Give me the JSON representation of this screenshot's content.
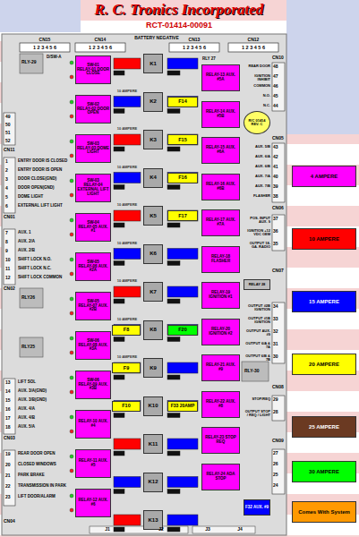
{
  "diagram": {
    "title": "R. C. Tronics Incorporated",
    "nodes": [
      {
        "text": [
          "SW-01",
          "RELAY-01 DOOR CLOSE"
        ]
      },
      {
        "text": [
          "SW-02",
          "RELAY-02 DOOR OPEN"
        ]
      },
      {
        "text": [
          "SW-03",
          "RELAY-03 DOME LIGHT"
        ]
      },
      {
        "text": [
          "SW-03",
          "RELAY-04 EXTERNAL LIFT LIGHT"
        ]
      },
      {
        "text": [
          "SW-04",
          "RELAY-05 AUX. #1"
        ]
      },
      {
        "text": [
          "SW-05",
          "RELAY-06 AUX. #2A"
        ]
      },
      {
        "text": [
          "SW-05",
          "RELAY-07 AUX. #2B"
        ]
      },
      {
        "text": [
          "SW-06",
          "RELAY-08 AUX. #3A"
        ]
      },
      {
        "text": [
          "SW-06",
          "RELAY-09 AUX. #3B"
        ]
      },
      {
        "text": [
          "RELAY-10 AUX. #4"
        ]
      },
      {
        "text": [
          "RELAY-11 AUX. #5"
        ]
      },
      {
        "text": [
          "RELAY-12 AUX. #6"
        ]
      },
      {
        "text": [
          "RELAY-13 AUX. #5A"
        ]
      },
      {
        "text": [
          "RELAY-14 AUX. #5B"
        ]
      },
      {
        "text": [
          "RELAY-15 AUX. #6A"
        ]
      },
      {
        "text": [
          "RELAY-16 AUX. #6B"
        ]
      },
      {
        "text": [
          "RELAY-17 AUX. #7A"
        ]
      },
      {
        "text": [
          "RELAY-18 FLASHER"
        ]
      },
      {
        "text": [
          "RELAY-19 IGNITION #1"
        ]
      },
      {
        "text": [
          "RELAY-20 IGNITION #2"
        ]
      },
      {
        "text": [
          "RELAY-21 AUX. #9"
        ]
      },
      {
        "text": [
          "RELAY-22 AUX. #8"
        ]
      },
      {
        "text": [
          "RELAY-23 STOP REQ"
        ]
      },
      {
        "text": [
          "RELAY-24 ADA STOP"
        ]
      },
      {
        "text": [
          "K1"
        ]
      },
      {
        "text": [
          "K2"
        ]
      },
      {
        "text": [
          "K3"
        ]
      },
      {
        "text": [
          "K4"
        ]
      },
      {
        "text": [
          "K5"
        ]
      },
      {
        "text": [
          "K6"
        ]
      },
      {
        "text": [
          "K7"
        ]
      },
      {
        "text": [
          "K8"
        ]
      },
      {
        "text": [
          "K9"
        ]
      },
      {
        "text": [
          "K10"
        ]
      },
      {
        "text": [
          "K11"
        ]
      },
      {
        "text": [
          "K12"
        ]
      },
      {
        "text": [
          "K13"
        ]
      },
      {
        "text": [
          "F14"
        ]
      },
      {
        "text": [
          "F15"
        ]
      },
      {
        "text": [
          "F16"
        ]
      },
      {
        "text": [
          "F17"
        ]
      },
      {
        "text": [
          "F20"
        ]
      },
      {
        "text": [
          "F33 20AMP"
        ]
      },
      {
        "text": [
          "F8"
        ]
      },
      {
        "text": [
          "F9"
        ]
      },
      {
        "text": [
          "F10"
        ]
      },
      {
        "text": [
          "F32 AUX. #9"
        ]
      },
      {
        "text": [
          "R/C 01414 REV. C"
        ]
      },
      {
        "text": [
          "RELAY 28"
        ]
      }
    ],
    "labels": [
      "BATTERY NEGATIVE",
      "CN15",
      "CN14",
      "CN13",
      "CN12",
      "1 2 3 4 5 6",
      "1 2 3 4 5 6",
      "1 2 3 4 5 6",
      "1 2 3 4 5 6",
      "RLY-29",
      "D/SW-A",
      "49",
      "50",
      "51",
      "52",
      "CN11",
      "1",
      "ENTRY DOOR IS CLOSED",
      "2",
      "ENTRY DOOR IS OPEN",
      "3",
      "DOOR CLOSE(GND)",
      "4",
      "DOOR OPEN(GND)",
      "5",
      "DOME LIGHT",
      "6",
      "EXTERNAL LIFT LIGHT",
      "CN01",
      "7",
      "AUX. 1",
      "8",
      "AUX. 2/A",
      "9",
      "AUX. 2/B",
      "10",
      "SHIFT LOCK N.O.",
      "11",
      "SHIFT LOCK N.C.",
      "12",
      "SHIFT LOCK COMMON",
      "CN02",
      "RLY26",
      "RLY25",
      "13",
      "LIFT SOL",
      "14",
      "AUX. 3/A(GND)",
      "15",
      "AUX. 3/B(GND)",
      "16",
      "AUX. 4/A",
      "17",
      "AUX. 4/B",
      "18",
      "AUX. 5/A",
      "CN03",
      "19",
      "REAR DOOR OPEN",
      "20",
      "CLOSED WINDOWS",
      "21",
      "PARK BRAKE",
      "22",
      "TRANSMISSION IN PARK",
      "23",
      "LIFT DOOR/ALARM",
      "CN04",
      "CN10",
      "48",
      "REAR DOOR",
      "47",
      "IGNITION INHIBIT",
      "46",
      "COMMON",
      "45",
      "N.O.",
      "44",
      "N.C.",
      "RLY 27",
      "CN05",
      "43",
      "AUX. 5/B",
      "42",
      "AUX. 6/A",
      "41",
      "AUX. 6/B",
      "40",
      "AUX. 7/A",
      "39",
      "AUX. 7/B",
      "38",
      "FLASHER",
      "CN06",
      "37",
      "POS. INPUT AUX. 9",
      "36",
      "IGNITION +12 VDC OEM",
      "35",
      "OUTPUT 18-GA. RADIO",
      "CN07",
      "34",
      "OUTPUT #2B IGNITION",
      "33",
      "OUTPUT #1B IGNITION",
      "32",
      "OUTPUT AUX. #9",
      "31",
      "OUTPUT 6/A & 7A",
      "30",
      "OUTPUT 6/B & 7B",
      "RLY-30",
      "CN08",
      "29",
      "STOP/REQ",
      "28",
      "OUTPUT STOP / REQ / LIGHT",
      "CN09",
      "27",
      "26",
      "25",
      "24",
      "J1",
      "J2",
      "J3",
      "J4",
      "10 AMPERE",
      "10 AMPERE",
      "10 AMPERE",
      "10 AMPERE",
      "10 AMPERE",
      "10 AMPERE",
      "10 AMPERE",
      "10 AMPERE",
      "RCT-01414-00091"
    ],
    "legend": [
      {
        "text": "4 AMPERE",
        "color": "#ff00ff"
      },
      {
        "text": "10 AMPERE",
        "color": "#ff0000"
      },
      {
        "text": "15 AMPERE",
        "color": "#0000ff"
      },
      {
        "text": "20 AMPERE",
        "color": "#ffff00"
      },
      {
        "text": "25 AMPERE",
        "color": "#6b3a22"
      },
      {
        "text": "30 AMPERE",
        "color": "#00ff00"
      },
      {
        "text": "Comes With System",
        "color": "#ff9900"
      }
    ]
  }
}
